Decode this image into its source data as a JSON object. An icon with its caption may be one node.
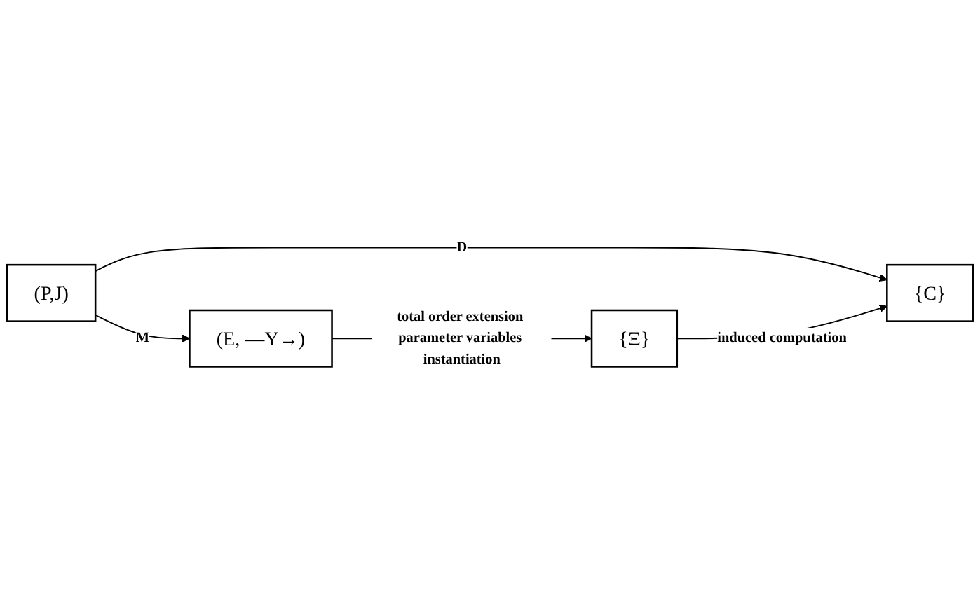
{
  "diagram": {
    "nodes": [
      {
        "text": [
          "(P,J)"
        ]
      },
      {
        "text": [
          "{C}"
        ]
      },
      {
        "text": [
          "(E, —Y→)"
        ]
      },
      {
        "text": [
          "{Ξ}"
        ]
      }
    ],
    "edges": [
      {
        "from": 0,
        "to": 1,
        "arrow": "to",
        "label": "D"
      },
      {
        "from": 0,
        "to": 2,
        "arrow": "to",
        "label": "M"
      },
      {
        "from": 2,
        "to": 3,
        "arrow": "to",
        "label": "total order extension parameter variables instantiation"
      },
      {
        "from": 3,
        "to": 1,
        "arrow": "to",
        "label": "induced computation"
      }
    ]
  }
}
